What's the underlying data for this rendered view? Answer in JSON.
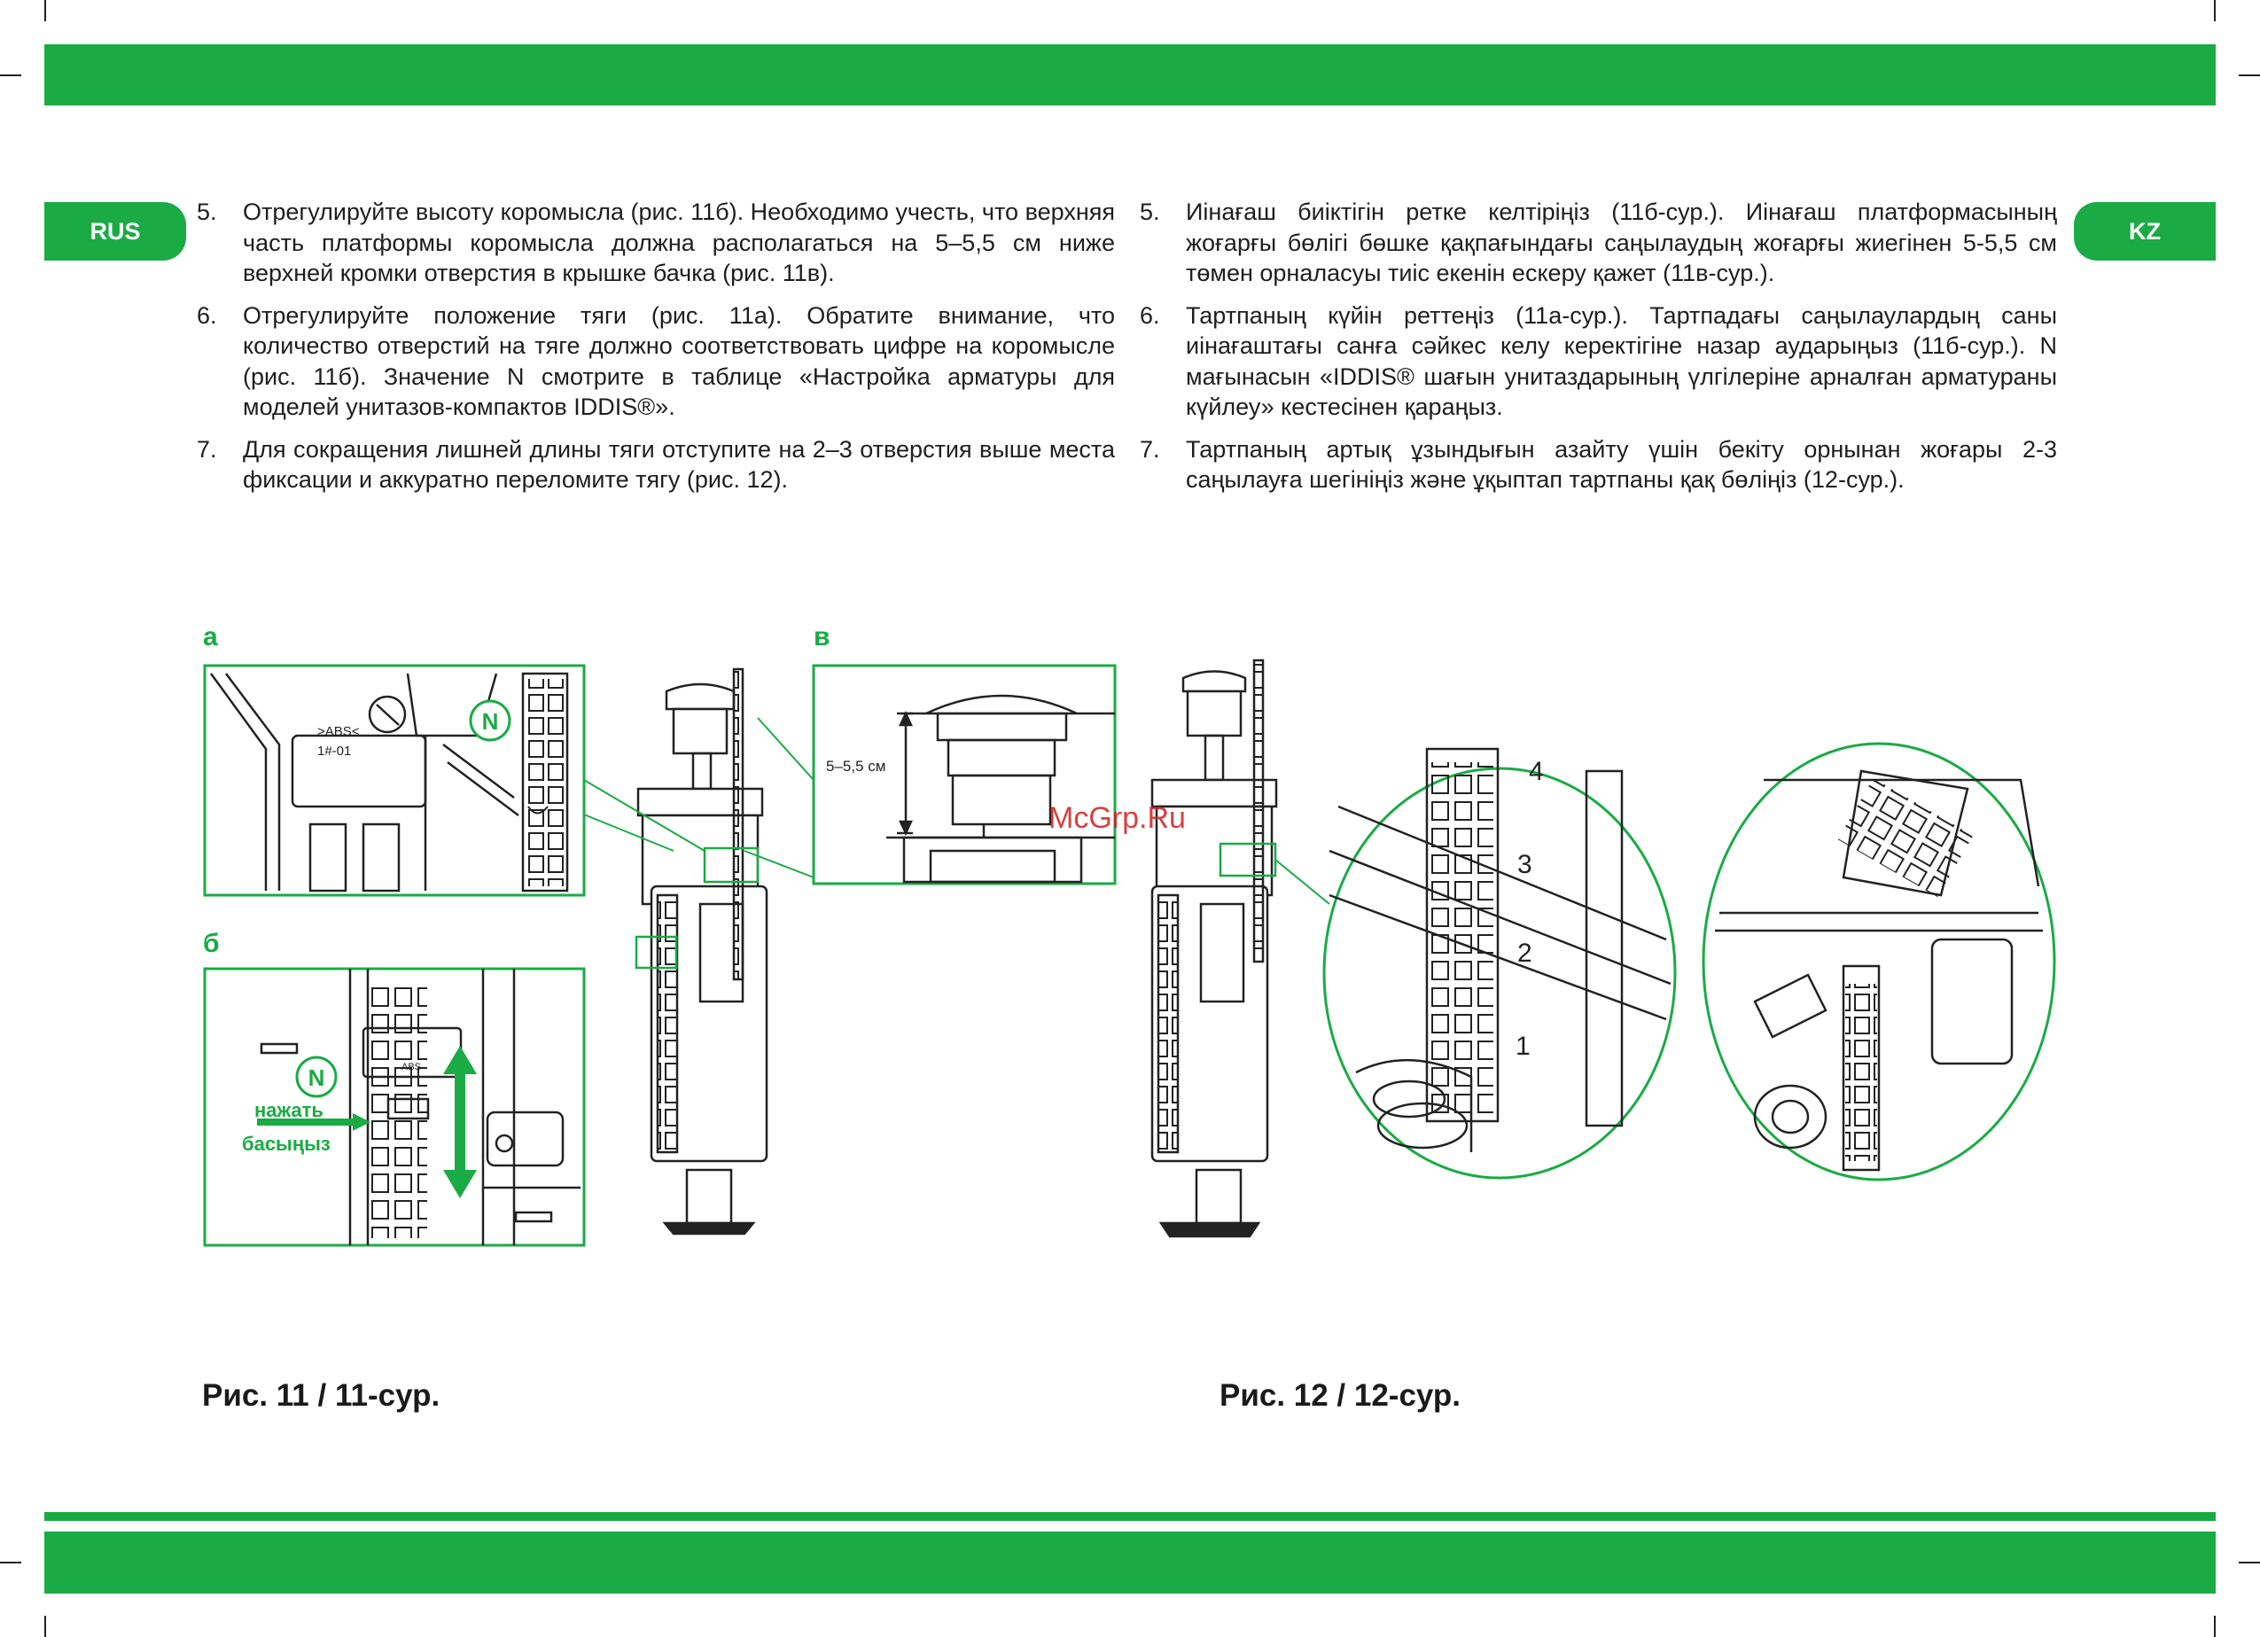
{
  "header": {
    "lang_left": "RUS",
    "lang_right": "KZ"
  },
  "rus": {
    "items": [
      {
        "num": "5.",
        "text": "Отрегулируйте высоту коромысла (рис. 11б). Необходимо учесть, что верхняя часть платформы коромысла должна располагаться на 5–5,5 см ниже верхней кромки отверстия в крышке бачка (рис. 11в)."
      },
      {
        "num": "6.",
        "text": "Отрегулируйте положение тяги (рис. 11а). Обратите внимание, что количество отверстий на тяге должно соответствовать цифре на коро­мысле (рис. 11б). Значение N смотрите в таблице «Настройка арматуры для моделей унитазов-компактов IDDIS®»."
      },
      {
        "num": "7.",
        "text": "Для сокращения лишней длины тяги отступите на 2–3 отверстия выше места фиксации и аккуратно переломите тягу (рис. 12)."
      }
    ]
  },
  "kz": {
    "items": [
      {
        "num": "5.",
        "text": "Иінағаш биіктігін ретке келтіріңіз (11б-сур.). Иінағаш платформасының жоғарғы бөлігі бөшке қақпағындағы саңылаудың жоғарғы жиегінен 5-5,5 см төмен орналасуы тиіс екенін ескеру қажет (11в-сур.)."
      },
      {
        "num": "6.",
        "text": "Тартпаның күйін реттеңіз (11а-сур.). Тартпадағы саңылаулардың саны иінағаштағы санға сәйкес келу керектігіне назар аударыңыз (11б-сур.). N мағынасын «IDDIS® шағын унитаздарының үлгілеріне арналған арма­тураны күйлеу» кестесінен қараңыз."
      },
      {
        "num": "7.",
        "text": "Тартпаның артық ұзындығын азайту үшін бекіту орнынан жоғары 2-3 саңылауға шегініңіз және ұқыптап тартпаны қақ бөліңіз (12-сур.)."
      }
    ]
  },
  "figure11": {
    "label_a": "а",
    "label_b": "б",
    "label_v": "в",
    "marker_n": "N",
    "press_rus": "нажать",
    "press_kz": "басыңыз",
    "dimension": "5–5,5 см",
    "part_code_1": ">ABS<",
    "part_code_2": "1#-01",
    "part_abs": "ABS",
    "caption": "Рис. 11 / 11-сур."
  },
  "figure12": {
    "rod_numbers": [
      "4",
      "3",
      "2",
      "1"
    ],
    "caption": "Рис. 12 / 12-сур."
  },
  "watermark": "McGrp.Ru",
  "colors": {
    "accent": "#1aab45",
    "watermark": "#d21f1f"
  }
}
